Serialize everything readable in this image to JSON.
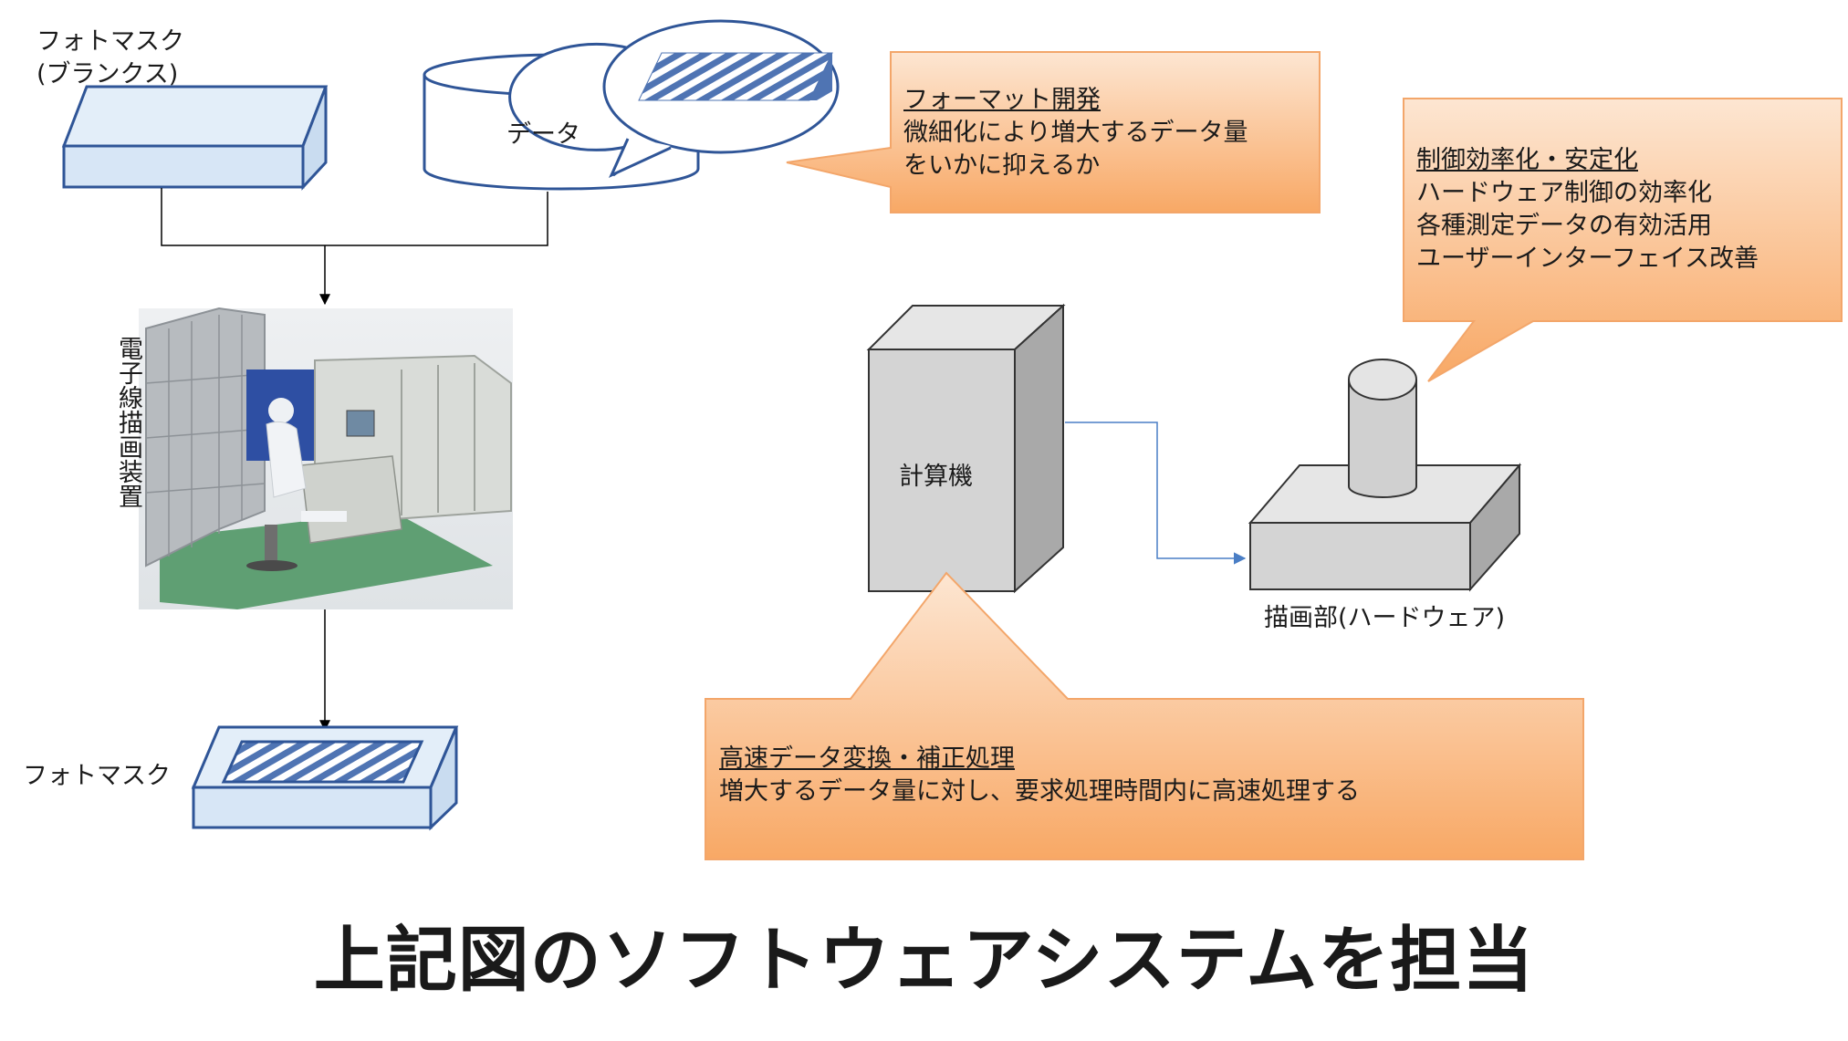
{
  "photomask_blank": {
    "line1": "フォトマスク",
    "line2": "(ブランクス)"
  },
  "data_label": "データ",
  "machine_label": "電子線描画装置",
  "photomask_label": "フォトマスク",
  "computer_label": "計算機",
  "hardware_label": "描画部(ハードウェア)",
  "callouts": {
    "format": {
      "heading": "フォーマット開発",
      "lines": [
        "微細化により増大するデータ量",
        "をいかに抑えるか"
      ]
    },
    "control": {
      "heading": "制御効率化・安定化",
      "lines": [
        "ハードウェア制御の効率化",
        "各種測定データの有効活用",
        "ユーザーインターフェイス改善"
      ]
    },
    "speed": {
      "heading": "高速データ変換・補正処理",
      "lines": [
        "増大するデータ量に対し、要求処理時間内に高速処理する"
      ]
    }
  },
  "footer_title": "上記図のソフトウェアシステムを担当",
  "colors": {
    "callout_fill_top": "#fde3cc",
    "callout_fill_bottom": "#f7a15e",
    "callout_border": "#f3a66a",
    "mask_fill": "#dce9f7",
    "mask_border": "#2f5597",
    "stripe_blue": "#4f74b3",
    "box_gray": "#d4d4d4",
    "arrow_blue": "#4a7ec5"
  },
  "icons": [
    "photomask-blank-icon",
    "data-cylinder-icon",
    "ebeam-machine-photo",
    "photomask-icon",
    "computer-box-icon",
    "writer-hardware-icon"
  ]
}
